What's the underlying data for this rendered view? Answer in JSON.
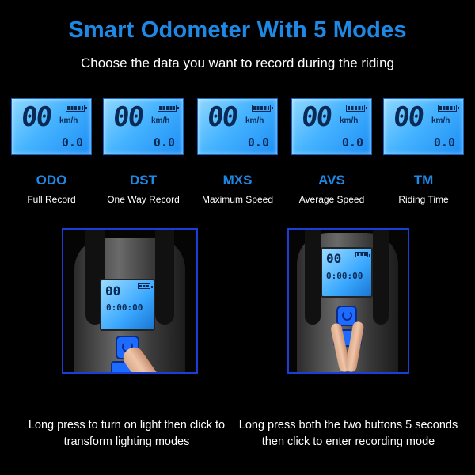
{
  "header": {
    "title": "Smart Odometer With 5 Modes",
    "subtitle": "Choose the data you want to record during the riding"
  },
  "lcd": {
    "speed_digits": "00",
    "speed_unit": "km/h",
    "small_value": "0.0",
    "device_time": "0:00:00"
  },
  "modes": [
    {
      "code": "ODO",
      "name": "Full Record"
    },
    {
      "code": "DST",
      "name": "One Way Record"
    },
    {
      "code": "MXS",
      "name": "Maximum Speed"
    },
    {
      "code": "AVS",
      "name": "Average Speed"
    },
    {
      "code": "TM",
      "name": "Riding Time"
    }
  ],
  "captions": {
    "left": "Long press to turn on light then click to transform lighting modes",
    "right": "Long press both the two buttons 5 seconds then click to enter recording mode"
  },
  "colors": {
    "accent": "#1e88e5",
    "background": "#000000",
    "frame": "#1a3fd6"
  }
}
